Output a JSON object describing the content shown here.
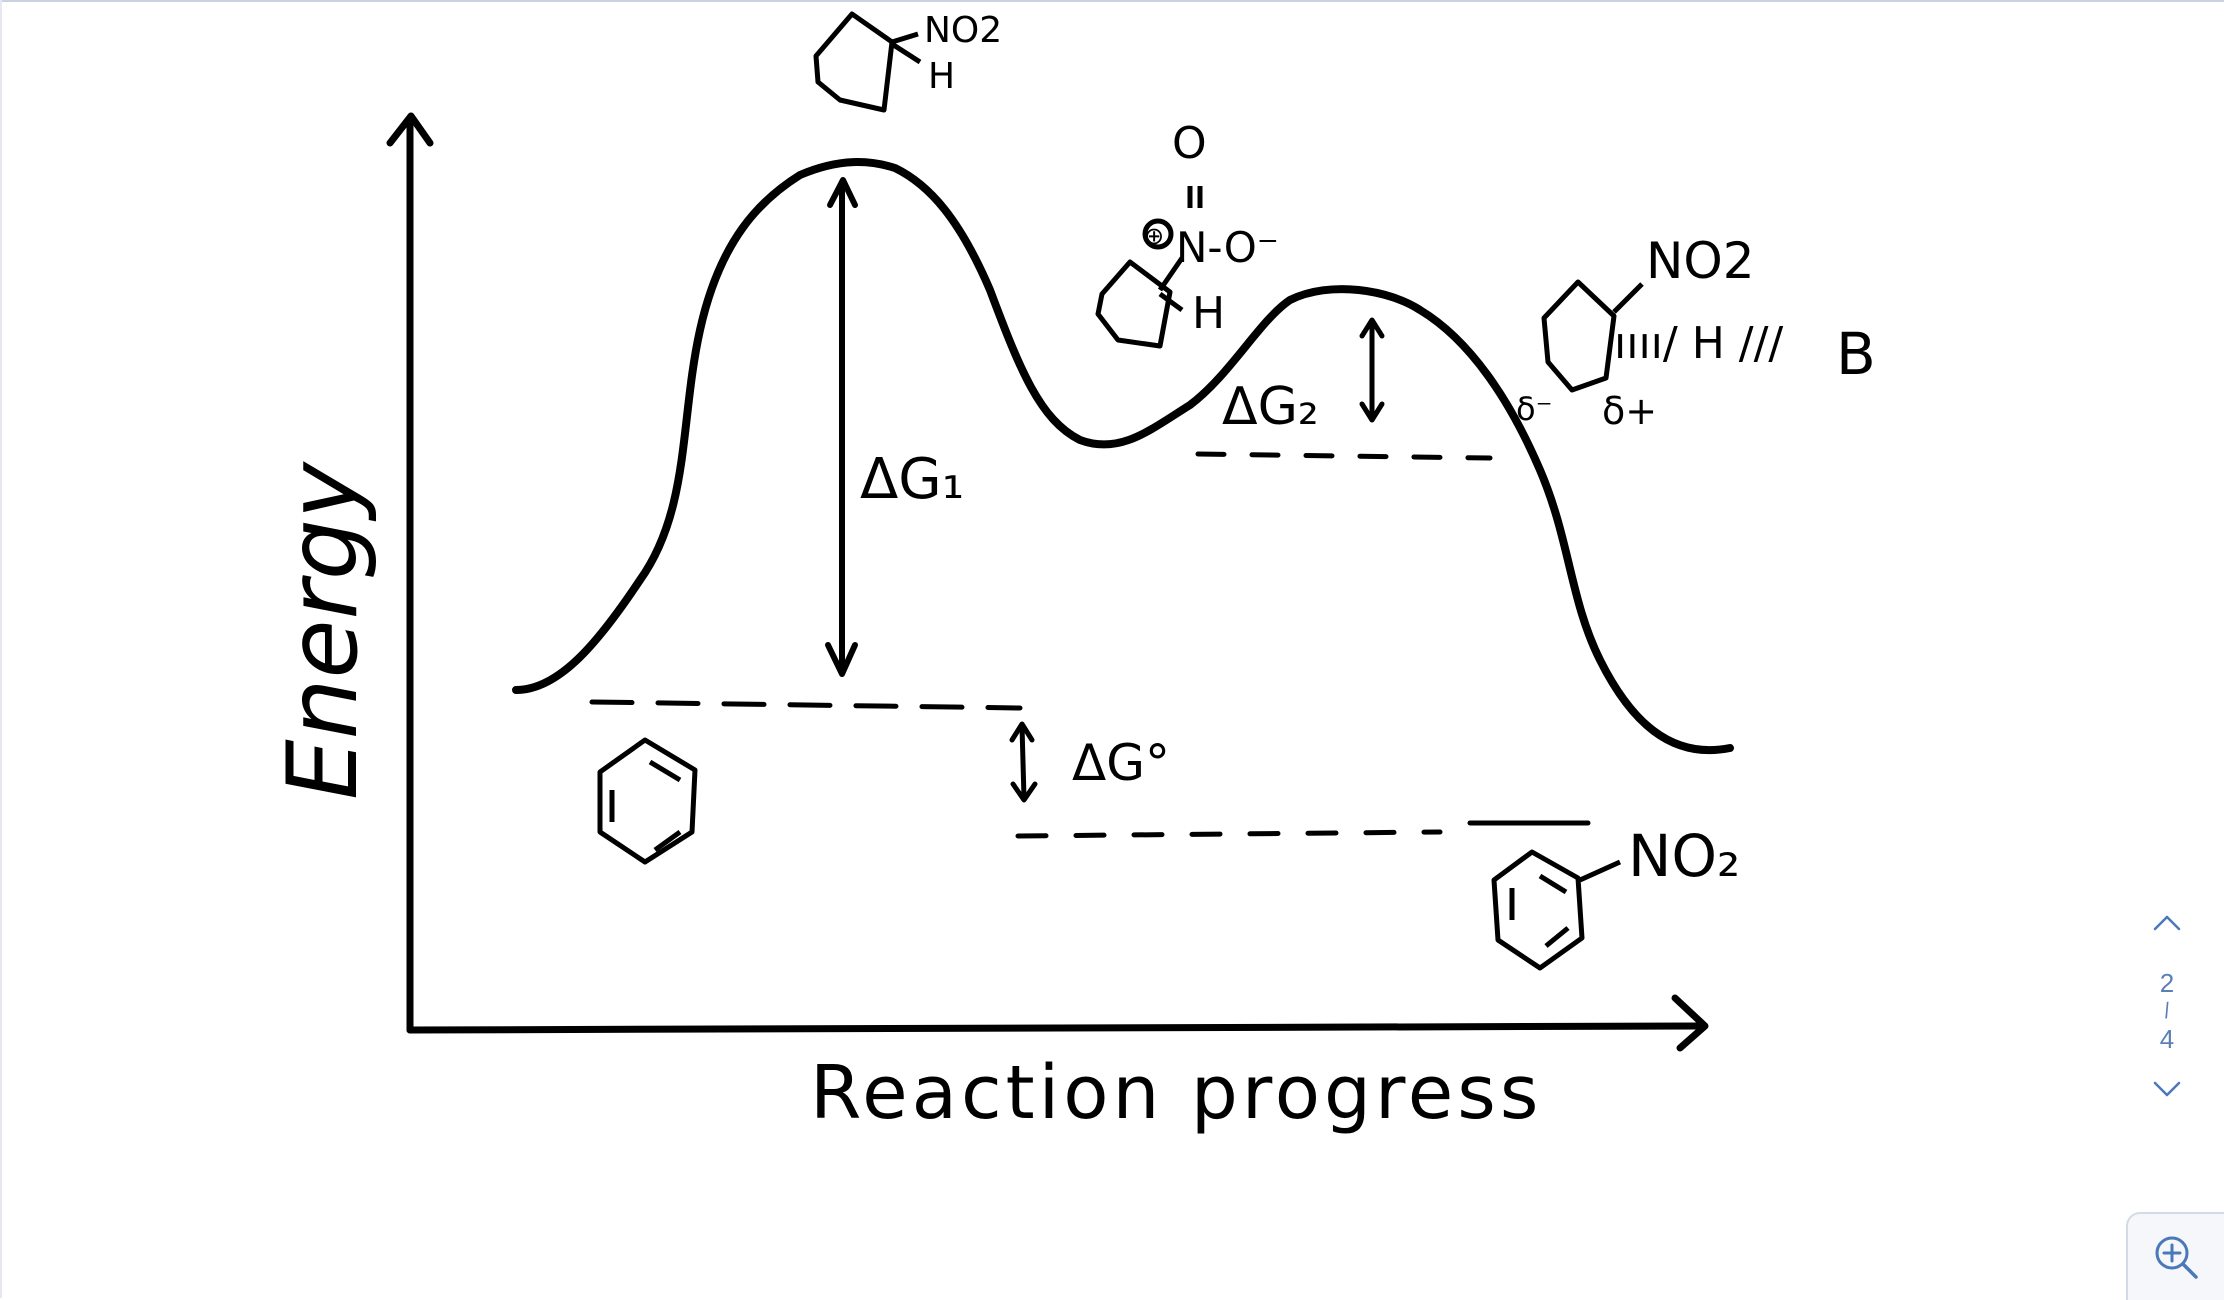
{
  "diagram": {
    "y_axis_label": "Energy",
    "x_axis_label": "Reaction progress",
    "delta_g1_label": "ΔG₁",
    "delta_g2_label": "ΔG₂",
    "delta_g0_label": "ΔG°",
    "ts1_no2_label": "NO2",
    "ts1_h_label": "H",
    "intermediate_o_top": "O",
    "intermediate_double_bond": "||",
    "intermediate_plus": "⊕",
    "intermediate_n_label": "N-O⁻",
    "intermediate_h_label": "H",
    "ts2_no2_label": "NO2",
    "ts2_delta_minus": "δ⁻",
    "ts2_delta_plus": "δ+",
    "ts2_partial_bonds": "ıııı/ H ///",
    "ts2_base_label": "B",
    "product_label": "NO₂"
  },
  "pager": {
    "current_page": "2",
    "separator": "/",
    "total_pages": "4"
  },
  "icons": {
    "page_up": "chevron-up-icon",
    "page_down": "chevron-down-icon",
    "zoom": "zoom-in-icon"
  },
  "colors": {
    "ink": "#000000",
    "accent": "#4a78b8"
  }
}
